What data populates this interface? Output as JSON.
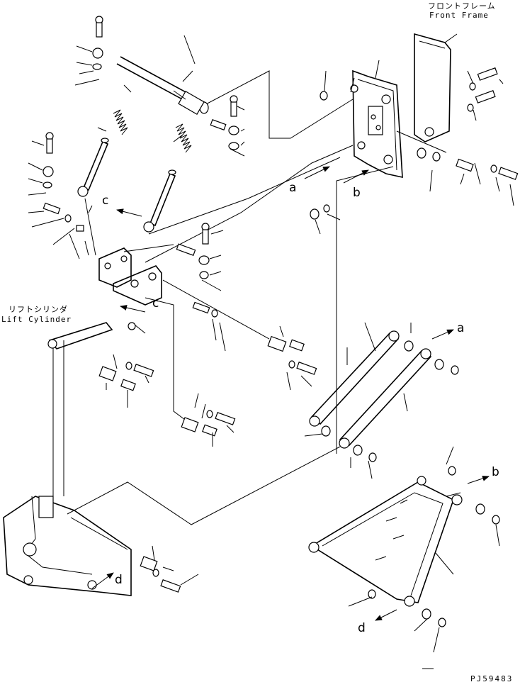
{
  "labels": {
    "front_frame_jp": "フロントフレーム",
    "front_frame_en": "Front Frame",
    "lift_cylinder_jp": "リフトシリンダ",
    "lift_cylinder_en": "Lift Cylinder",
    "arrow_a_upper": "a",
    "arrow_b_upper": "b",
    "arrow_c_upper": "c",
    "arrow_c_lower": "c",
    "arrow_a_right": "a",
    "arrow_b_right": "b",
    "arrow_d_left": "d",
    "arrow_d_bottom": "d",
    "drawing_code": "PJ59483"
  }
}
